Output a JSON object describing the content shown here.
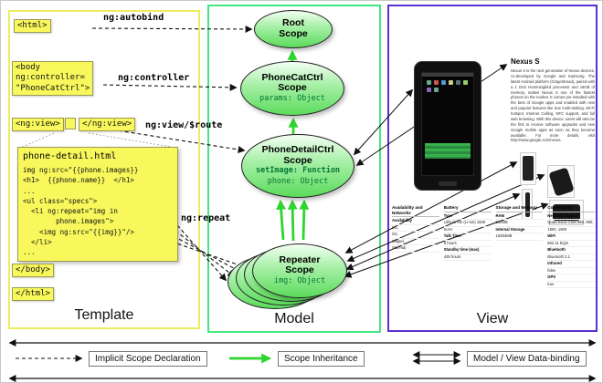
{
  "template": {
    "column_label": "Template",
    "tag_html_open": "<html>",
    "tag_body_open": "<body\nng:controller=\n\"PhoneCatCtrl\">",
    "tag_ngview_open": "<ng:view>",
    "tag_ngview_close": "</ng:view>",
    "tag_body_close": "</body>",
    "tag_html_close": "</html>",
    "label_autobind": "ng:autobind",
    "label_controller": "ng:controller",
    "label_view_route": "ng:view/$route",
    "label_repeat": "ng:repeat",
    "code_title": "phone-detail.html",
    "code_lines": [
      "img ng:src=\"{{phone.images}}",
      "<h1>  {{phone.name}}  </h1>",
      "...",
      "<ul class=\"specs\">",
      "  <li ng:repeat=\"img in",
      "        phone.images\">",
      "    <img ng:src=\"{{img}}\"/>",
      "  </li>",
      "..."
    ]
  },
  "model": {
    "column_label": "Model",
    "root_scope": {
      "line1": "Root",
      "line2": "Scope"
    },
    "phonecat_scope": {
      "line1": "PhoneCatCtrl",
      "line2": "Scope",
      "prop_params": "params: Object"
    },
    "phonedetail_scope": {
      "line1": "PhoneDetailCtrl",
      "line2": "Scope",
      "prop_setimage": "setImage: Function",
      "prop_phone": "phone: Object"
    },
    "repeater_scope": {
      "line1": "Repeater",
      "line2": "Scope",
      "prop_img": "img: Object"
    }
  },
  "view": {
    "column_label": "View",
    "product_title": "Nexus S",
    "description": "Nexus S is the next generation of Nexus devices, co-developed by Google and Samsung. The latest Android platform (Gingerbread), paired with a 1 GHz Hummingbird processor and 16GB of memory, makes Nexus S one of the fastest phones on the market. It comes pre-installed with the best of Google apps and enabled with new and popular features like true multi-tasking, Wi-Fi hotspot, Internet Calling, NFC support, and full web browsing. With this device, users will also be the first to receive software upgrades and new Google mobile apps as soon as they become available. For more details, visit http://www.google.com/nexus.",
    "spec_columns": [
      {
        "header": "Availability and Networks",
        "rows": [
          {
            "text": "Availability",
            "bold": true
          },
          {
            "text": "M1,",
            "bold": false
          },
          {
            "text": "O2,",
            "bold": false
          },
          {
            "text": "Singtel,",
            "bold": false
          },
          {
            "text": "StarHub",
            "bold": false
          }
        ]
      },
      {
        "header": "Battery",
        "rows": [
          {
            "text": "Type",
            "bold": true
          },
          {
            "text": "Lithium Ion (Li-Ion) 1500",
            "bold": false
          },
          {
            "text": "mAH",
            "bold": false
          },
          {
            "text": "Talk Time",
            "bold": true
          },
          {
            "text": "6 hours",
            "bold": false
          },
          {
            "text": "Standby time (max)",
            "bold": true
          },
          {
            "text": "428 hours",
            "bold": false
          }
        ]
      },
      {
        "header": "Storage and Memory",
        "rows": [
          {
            "text": "RAM",
            "bold": true
          },
          {
            "text": "512MB",
            "bold": false
          },
          {
            "text": "Internal Storage",
            "bold": true
          },
          {
            "text": "16384MB",
            "bold": false
          }
        ]
      },
      {
        "header": "Connectivity",
        "rows": [
          {
            "text": "Network Support",
            "bold": true
          },
          {
            "text": "Quad-band GSM 850, 900,",
            "bold": false
          },
          {
            "text": "1800, 1900",
            "bold": false
          },
          {
            "text": "WiFi",
            "bold": true
          },
          {
            "text": "802.11 b/g/n",
            "bold": false
          },
          {
            "text": "Bluetooth",
            "bold": true
          },
          {
            "text": "Bluetooth 2.1",
            "bold": false
          },
          {
            "text": "Infrared",
            "bold": true
          },
          {
            "text": "false",
            "bold": false
          },
          {
            "text": "GPS",
            "bold": true
          },
          {
            "text": "true",
            "bold": false
          }
        ]
      }
    ]
  },
  "legend": {
    "implicit": "Implicit Scope Declaration",
    "inheritance": "Scope Inheritance",
    "databinding": "Model / View Data-binding"
  }
}
